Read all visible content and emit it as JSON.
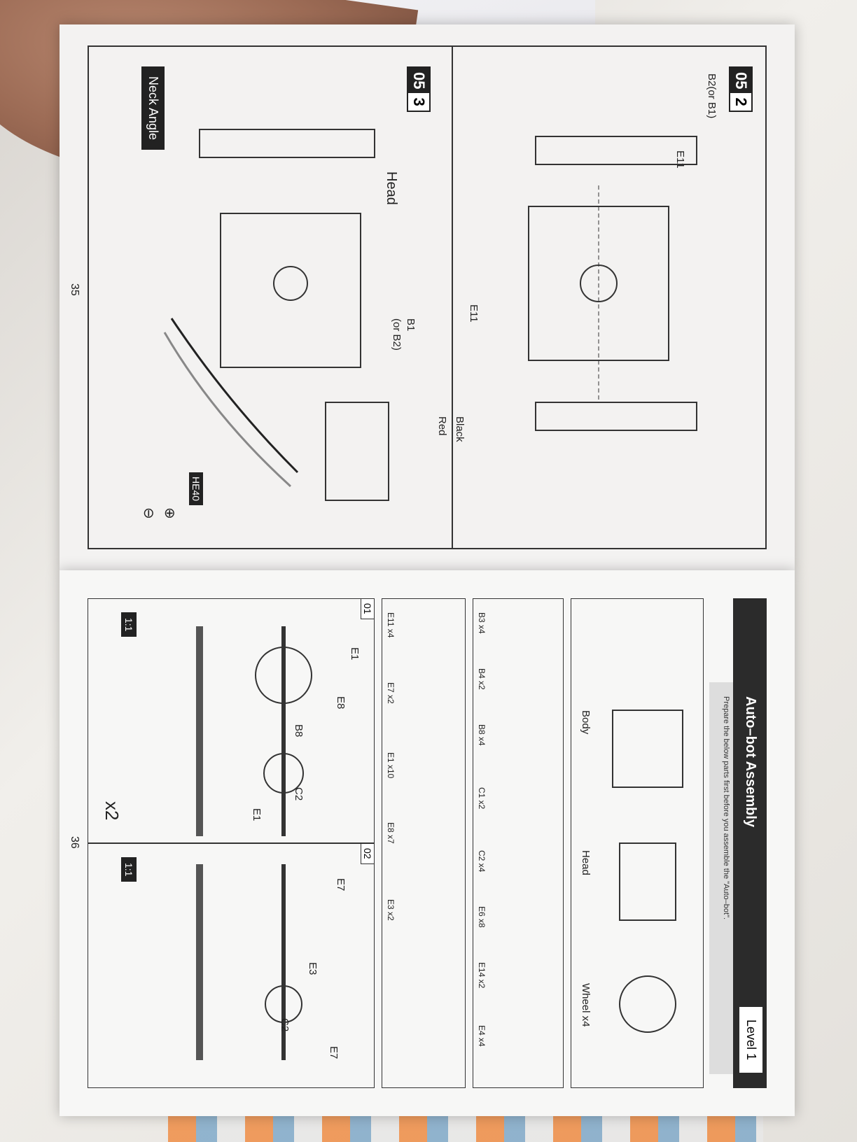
{
  "left_page": {
    "page_number": "35",
    "step_a": {
      "step": "05",
      "sub": "2"
    },
    "step_b": {
      "step": "05",
      "sub": "3"
    },
    "labels_a": [
      "B2(or B1)",
      "E11",
      "E11",
      "B1",
      "(or B2)"
    ],
    "labels_b": [
      "Head",
      "Black",
      "Red",
      "HE40"
    ],
    "neck_angle": "Neck Angle",
    "symbols": [
      "⊕",
      "⊖"
    ]
  },
  "right_page": {
    "page_number": "36",
    "title": "Auto–bot Assembly",
    "level": "Level 1",
    "subtitle": "Prepare the below parts first before you assemble the \"Auto–bot\".",
    "modules": [
      {
        "label": "Body"
      },
      {
        "label": "Head"
      },
      {
        "label": "Wheel  x4"
      }
    ],
    "parts_row1": [
      "B3 x4",
      "B4 x2",
      "B8 x4",
      "C1 x2",
      "C2 x4",
      "E6 x8",
      "E14 x2",
      "E4 x4"
    ],
    "parts_row2": [
      "E11 x4",
      "E7 x2",
      "E1 x10",
      "E8 x7",
      "E3 x2"
    ],
    "sub_steps": [
      "01",
      "02"
    ],
    "axle1_labels": [
      "E1",
      "E8",
      "B8",
      "C2",
      "E1"
    ],
    "axle2_labels": [
      "E7",
      "E3",
      "C2",
      "E7"
    ],
    "scale_labels": [
      "1:1",
      "1:1"
    ],
    "multiplier": "x2"
  }
}
